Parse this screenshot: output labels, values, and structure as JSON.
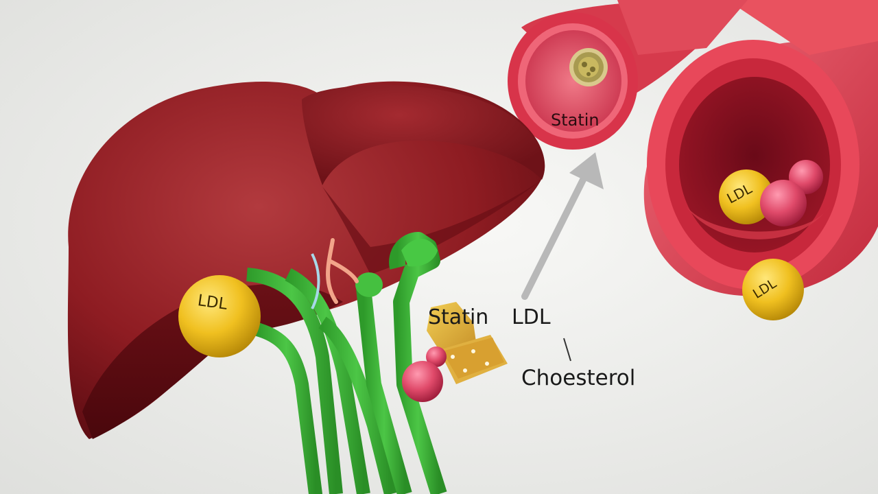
{
  "labels": {
    "statin_vessel": "Statin",
    "statin_main": "Statin",
    "ldl_main": "LDL",
    "cholesterol": "Choesterol",
    "ldl_liver_ball": "LDL",
    "ldl_vessel_ball": "LDL",
    "ldl_bottom_ball": "LDL"
  },
  "colors": {
    "liver": "#8e1c22",
    "vessel": "#d93a4c",
    "bile_ducts": "#3fb63a",
    "ldl_ball": "#f0c020",
    "cholesterol_ball": "#e04a6a",
    "statin_block": "#e3b23a",
    "arrow": "#b8b8b8"
  }
}
